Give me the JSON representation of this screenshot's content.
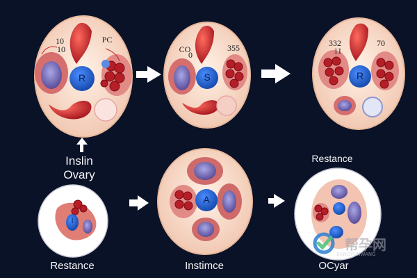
{
  "panels": [
    {
      "label_left": "10",
      "label_left2": "10",
      "label_right": "PC",
      "center_letter": "R"
    },
    {
      "label_left": "CO",
      "label_left2": "0",
      "label_right": "355",
      "center_letter": "S"
    },
    {
      "label_left": "332",
      "label_left2": "11",
      "label_right": "70",
      "center_letter": "R"
    },
    {
      "center_letter": "I"
    },
    {
      "center_letter": "A"
    },
    {
      "center_letter": ""
    }
  ],
  "captions": {
    "top_left_line1": "Inslin",
    "top_left_line2": "Ovary",
    "right_mid": "Restance",
    "bottom_left": "Restance",
    "bottom_mid": "Instimce",
    "bottom_right": "OCyar"
  },
  "watermark": {
    "text": "帮孕网",
    "sub": "BANGYUNWANG"
  },
  "colors": {
    "background": "#0a1228",
    "panel_fill": "#f7dccb",
    "tissue_red": "#c8252b",
    "nucleus_blue": "#1d63d6",
    "arrow": "#ffffff"
  }
}
